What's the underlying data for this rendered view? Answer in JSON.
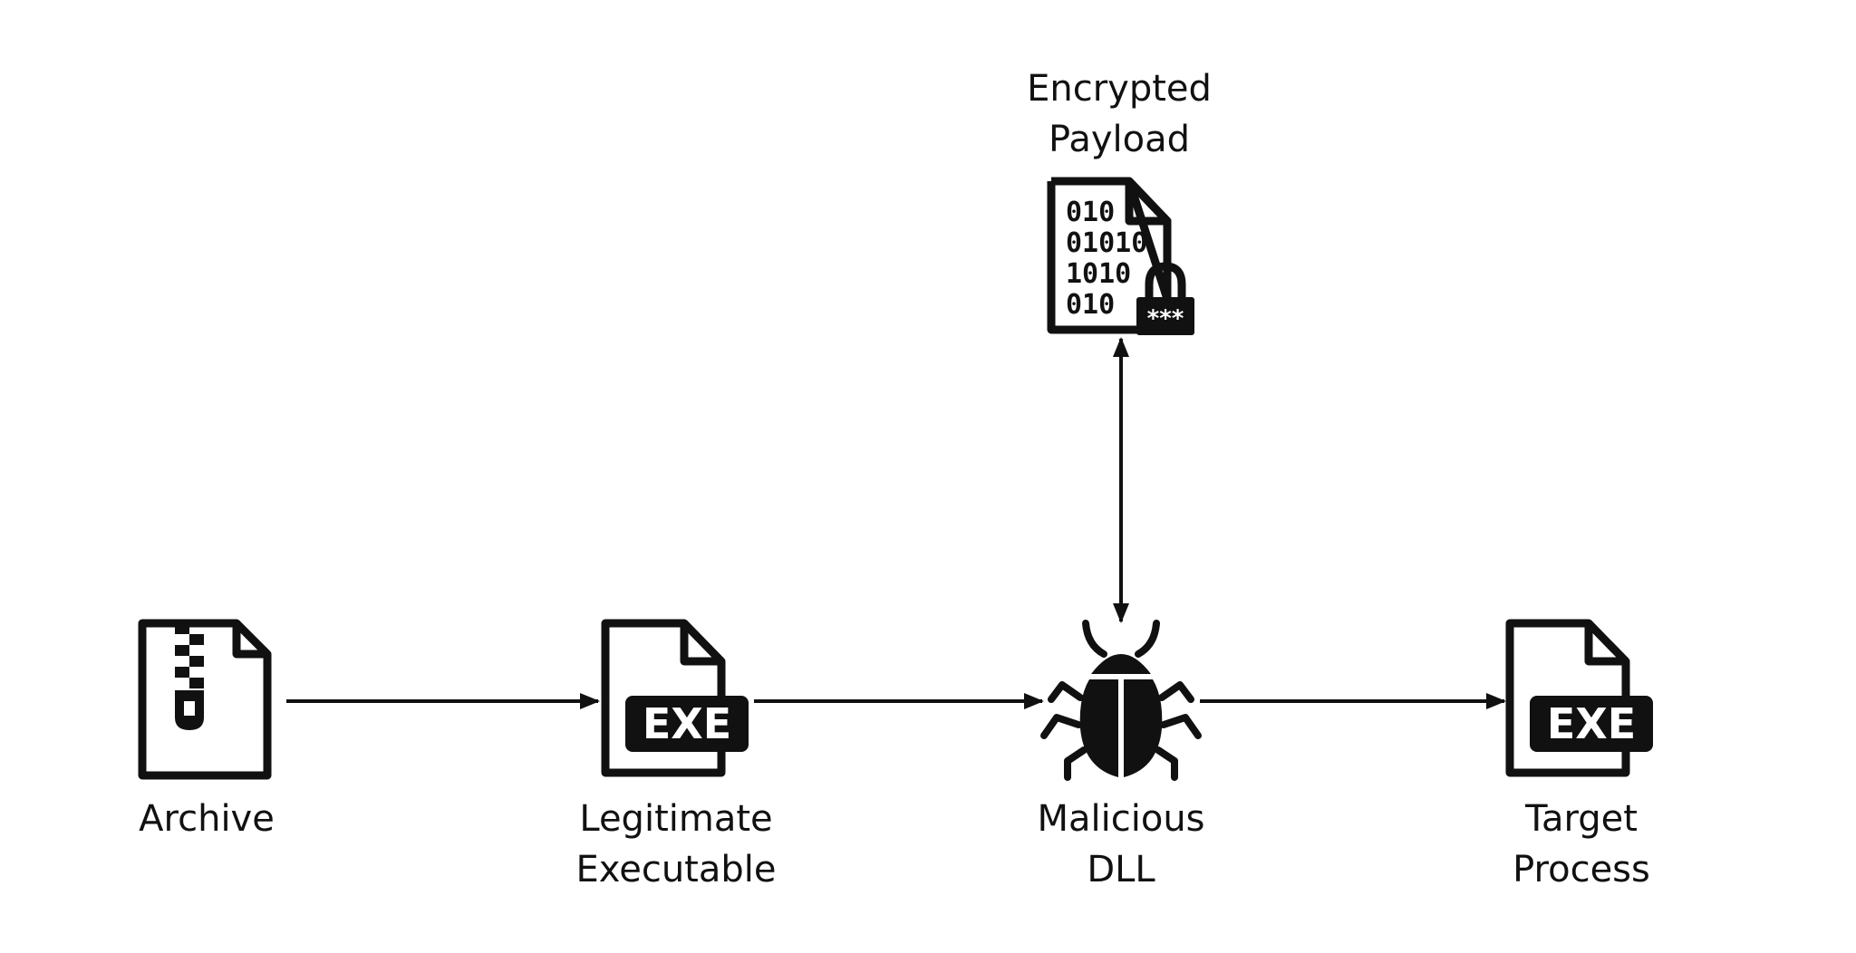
{
  "diagram": {
    "nodes": {
      "archive": {
        "line1": "Archive",
        "icon": "archive-zip-icon"
      },
      "legit": {
        "line1": "Legitimate",
        "line2": "Executable",
        "icon": "exe-file-icon",
        "badge": "EXE"
      },
      "dll": {
        "line1": "Malicious",
        "line2": "DLL",
        "icon": "bug-icon"
      },
      "target": {
        "line1": "Target",
        "line2": "Process",
        "icon": "exe-file-icon",
        "badge": "EXE"
      },
      "payload": {
        "line1": "Encrypted",
        "line2": "Payload",
        "icon": "encrypted-file-icon",
        "binary": [
          "010",
          "01010",
          "1010",
          "010"
        ],
        "lock_text": "***"
      }
    },
    "edges": [
      {
        "from": "archive",
        "to": "legit"
      },
      {
        "from": "legit",
        "to": "dll"
      },
      {
        "from": "dll",
        "to": "target"
      },
      {
        "from": "dll",
        "to": "payload",
        "bidirectional": true
      }
    ],
    "colors": {
      "ink": "#111111",
      "background": "#ffffff"
    }
  }
}
